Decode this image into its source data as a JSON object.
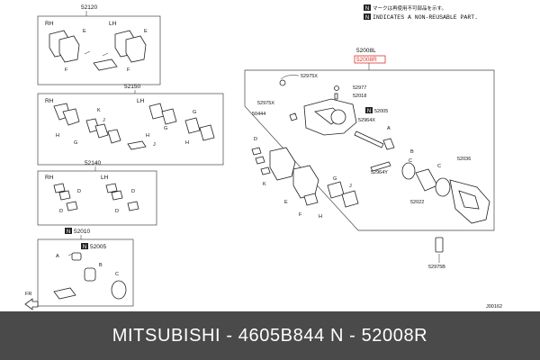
{
  "notes": {
    "badge": "N",
    "line1": "マークは再使用不可部品を示す。",
    "line2": "INDICATES A NON-REUSABLE PART."
  },
  "groups": {
    "pads_rear": {
      "part": "52120",
      "rh": "RH",
      "lh": "LH",
      "letters": [
        "E",
        "F",
        "E",
        "F"
      ]
    },
    "shims": {
      "part": "52150",
      "rh": "RH",
      "lh": "LH",
      "letters": [
        "H",
        "G",
        "K",
        "J",
        "H",
        "G",
        "J",
        "G",
        "H"
      ]
    },
    "clips": {
      "part": "52140",
      "rh": "RH",
      "lh": "LH",
      "letters": [
        "D",
        "D",
        "D",
        "D"
      ]
    },
    "seal_kit": {
      "part": "52010",
      "badge": "N",
      "inner_part": "52005",
      "letters": [
        "A",
        "B",
        "C"
      ]
    }
  },
  "assembly": {
    "callouts": {
      "lh": "52008L",
      "rh": "52008R",
      "bolt_top": "52975X",
      "plug": "52977",
      "pin": "52018",
      "bolt_side": "52975X",
      "bushing": "50444",
      "seal_n": "52005",
      "pin_x": "52964X",
      "pin_y": "52964Y",
      "piston": "52022",
      "bracket": "52036",
      "bolt_bottom": "52975B"
    },
    "letters": [
      "D",
      "K",
      "E",
      "F",
      "G",
      "H",
      "J",
      "A",
      "B",
      "C",
      "C"
    ]
  },
  "footer": {
    "front_label": "FR",
    "code": "J00162",
    "banner": "MITSUBISHI - 4605B844     N - 52008R"
  },
  "colors": {
    "banner_bg": "#4a4a4a",
    "banner_text": "#ffffff",
    "highlight": "#d9342b"
  }
}
